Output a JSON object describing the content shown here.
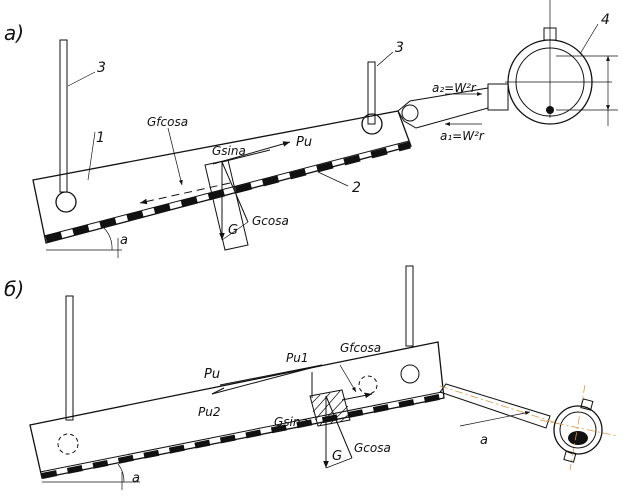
{
  "figure_a": {
    "panel_label": "а)",
    "label_1": "1",
    "label_2": "2",
    "label_3_left": "3",
    "label_3_right": "3",
    "label_4": "4",
    "label_Gfcosa": "Gfcosa",
    "label_Gsina": "Gsina",
    "label_Pu": "Pu",
    "label_G": "G",
    "label_Gcosa": "Gcosa",
    "label_a_angle": "a",
    "label_a2": "a₂=W²r",
    "label_a1": "a₁=W²r"
  },
  "figure_b": {
    "panel_label": "б)",
    "label_Pu": "Pu",
    "label_Pu1": "Pu1",
    "label_Pu2": "Pu2",
    "label_Gfcosa": "Gfcosa",
    "label_Gsina": "Gsina",
    "label_G": "G",
    "label_Gcosa": "Gcosa",
    "label_a_motion": "a",
    "label_a_angle": "a"
  }
}
